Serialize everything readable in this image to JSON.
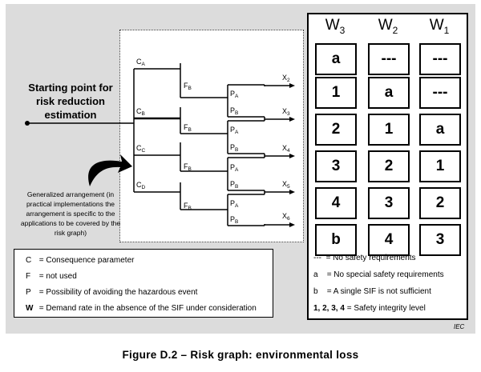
{
  "start_label": "Starting point for risk reduction estimation",
  "generalized_note": "Generalized arrangement (in practical implementations the arrangement is specific to the applications to be covered by the risk graph)",
  "consequence_labels": [
    {
      "base": "C",
      "sub": "A"
    },
    {
      "base": "C",
      "sub": "B"
    },
    {
      "base": "C",
      "sub": "C"
    },
    {
      "base": "C",
      "sub": "D"
    }
  ],
  "frequency_labels": [
    {
      "base": "F",
      "sub": "B"
    },
    {
      "base": "F",
      "sub": "B"
    },
    {
      "base": "F",
      "sub": "B"
    },
    {
      "base": "F",
      "sub": "B"
    }
  ],
  "possibility_labels": [
    {
      "base": "P",
      "sub": "A"
    },
    {
      "base": "P",
      "sub": "B"
    },
    {
      "base": "P",
      "sub": "A"
    },
    {
      "base": "P",
      "sub": "B"
    },
    {
      "base": "P",
      "sub": "A"
    },
    {
      "base": "P",
      "sub": "B"
    },
    {
      "base": "P",
      "sub": "A"
    },
    {
      "base": "P",
      "sub": "B"
    }
  ],
  "outputs": [
    {
      "base": "X",
      "sub": "2"
    },
    {
      "base": "X",
      "sub": "3"
    },
    {
      "base": "X",
      "sub": "4"
    },
    {
      "base": "X",
      "sub": "5"
    },
    {
      "base": "X",
      "sub": "6"
    }
  ],
  "w_columns": [
    {
      "header": "W",
      "sub": "3",
      "cells": [
        "a",
        "1",
        "2",
        "3",
        "4",
        "b"
      ]
    },
    {
      "header": "W",
      "sub": "2",
      "cells": [
        "---",
        "a",
        "1",
        "2",
        "3",
        "4"
      ]
    },
    {
      "header": "W",
      "sub": "1",
      "cells": [
        "---",
        "---",
        "a",
        "1",
        "2",
        "3"
      ]
    }
  ],
  "legend_left": [
    {
      "key": "C",
      "text": "= Consequence parameter"
    },
    {
      "key": "F",
      "text": "= not used"
    },
    {
      "key": "P",
      "text": "= Possibility of avoiding the hazardous event"
    },
    {
      "key": "W",
      "text": "= Demand rate in the absence of the SIF under  consideration"
    }
  ],
  "legend_right": [
    {
      "key": "---",
      "text": "= No safety requirements"
    },
    {
      "key": "a",
      "text": "= No special safety requirements"
    },
    {
      "key": "b",
      "text": "= A single SIF is not sufficient"
    },
    {
      "key": "1, 2, 3, 4",
      "text": "= Safety integrity level"
    }
  ],
  "iec_mark": "IEC",
  "caption": "Figure D.2 – Risk graph: environmental loss"
}
